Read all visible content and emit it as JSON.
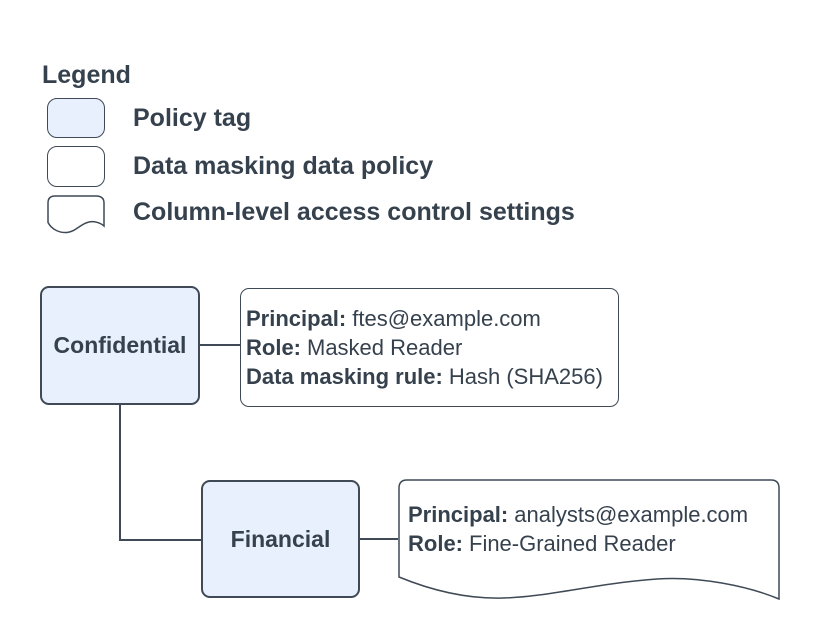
{
  "colors": {
    "tag_fill": "#e8f0fe",
    "stroke": "#3f4a56",
    "text": "#36414e",
    "background": "#ffffff"
  },
  "legend": {
    "title": "Legend",
    "items": [
      {
        "swatch": "policy-tag-swatch",
        "label": "Policy tag"
      },
      {
        "swatch": "data-masking-policy-swatch",
        "label": "Data masking data policy"
      },
      {
        "swatch": "column-access-swatch",
        "label": "Column-level access control settings"
      }
    ]
  },
  "diagram": {
    "policy_tags": [
      {
        "label": "Confidential"
      },
      {
        "label": "Financial"
      }
    ],
    "data_policy": {
      "lines": [
        {
          "label": "Principal:",
          "value": "ftes@example.com"
        },
        {
          "label": "Role:",
          "value": "Masked Reader"
        },
        {
          "label": "Data masking rule:",
          "value": "Hash (SHA256)"
        }
      ]
    },
    "column_access": {
      "lines": [
        {
          "label": "Principal:",
          "value": "analysts@example.com"
        },
        {
          "label": "Role:",
          "value": "Fine-Grained Reader"
        }
      ]
    }
  }
}
